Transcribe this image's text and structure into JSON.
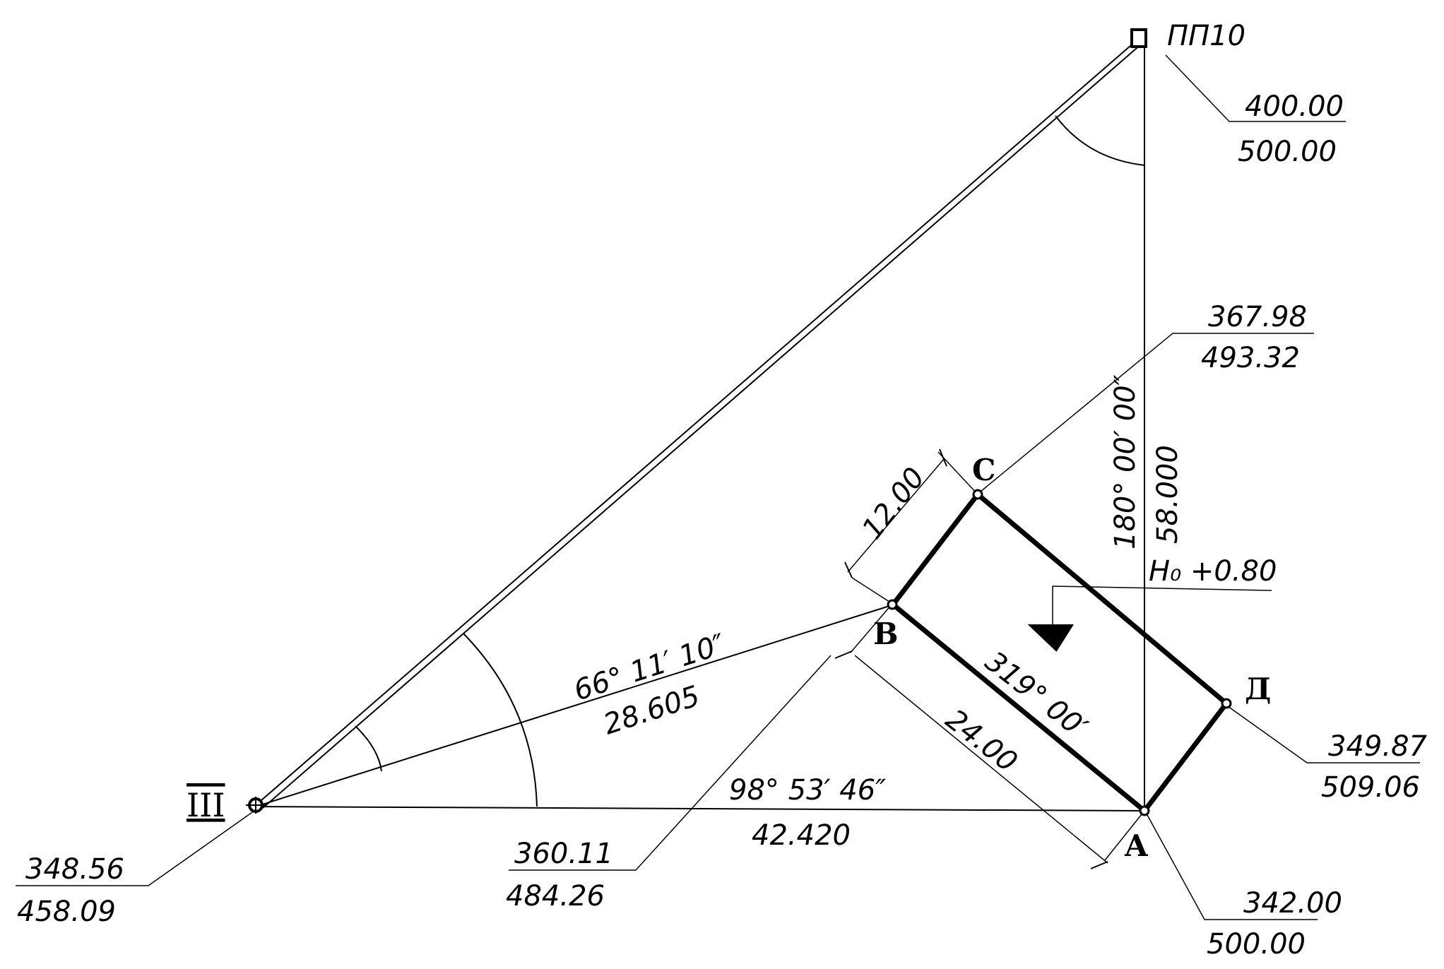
{
  "points": {
    "pp10": {
      "name": "ПП10",
      "x": "400.00",
      "y": "500.00"
    },
    "iii": {
      "name": "III",
      "x": "348.56",
      "y": "458.09"
    },
    "a": {
      "name": "A",
      "x": "342.00",
      "y": "500.00"
    },
    "b": {
      "name": "B",
      "x": "360.11",
      "y": "484.26"
    },
    "c": {
      "name": "C",
      "x": "367.98",
      "y": "493.32"
    },
    "d": {
      "name": "Д",
      "x": "349.87",
      "y": "509.06"
    }
  },
  "measurements": {
    "iii_b_angle": "66° 11′ 10″",
    "iii_b_distance": "28.605",
    "iii_a_angle": "98° 53′ 46″",
    "iii_a_distance": "42.420",
    "pp10_a_angle": "180° 00′ 00″",
    "pp10_a_distance": "58.000",
    "bc_length": "12.00",
    "ab_length": "24.00",
    "ab_bearing": "319° 00′",
    "elevation": "H₀ +0.80"
  }
}
